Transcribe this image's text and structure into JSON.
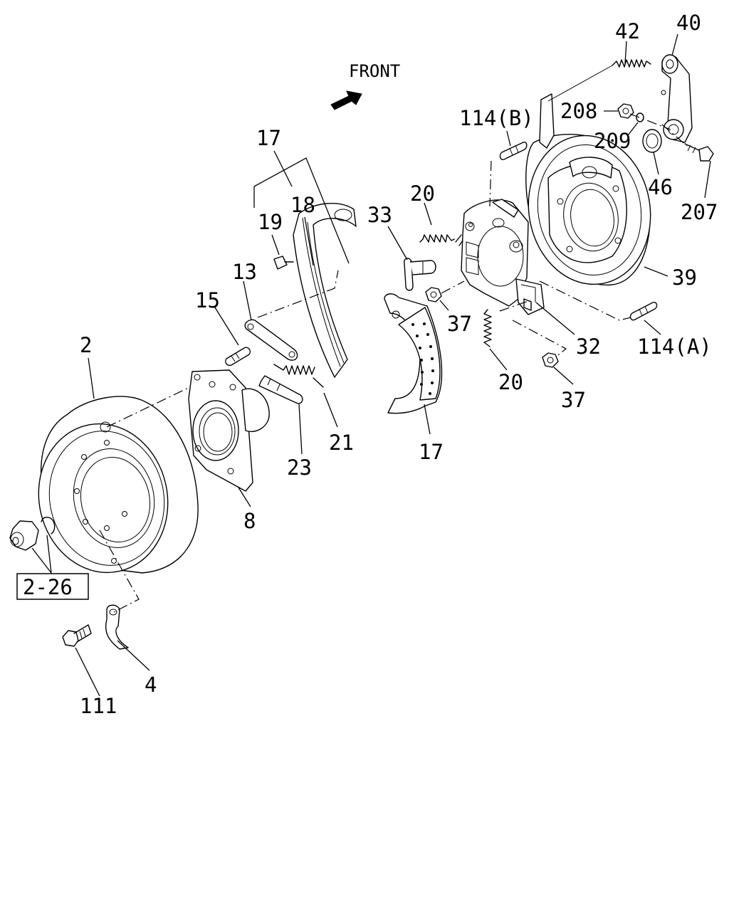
{
  "direction_label": "FRONT",
  "reference_box": "2-26",
  "callouts": {
    "c2": "2",
    "c4": "4",
    "c8": "8",
    "c13": "13",
    "c15": "15",
    "c17_top": "17",
    "c17_bottom": "17",
    "c18": "18",
    "c19": "19",
    "c20_top": "20",
    "c20_bottom": "20",
    "c21": "21",
    "c23": "23",
    "c32": "32",
    "c33": "33",
    "c37_upper": "37",
    "c37_lower": "37",
    "c39": "39",
    "c40": "40",
    "c42": "42",
    "c46": "46",
    "c111": "111",
    "c114a": "114(A)",
    "c114b": "114(B)",
    "c207": "207",
    "c208": "208",
    "c209": "209"
  }
}
